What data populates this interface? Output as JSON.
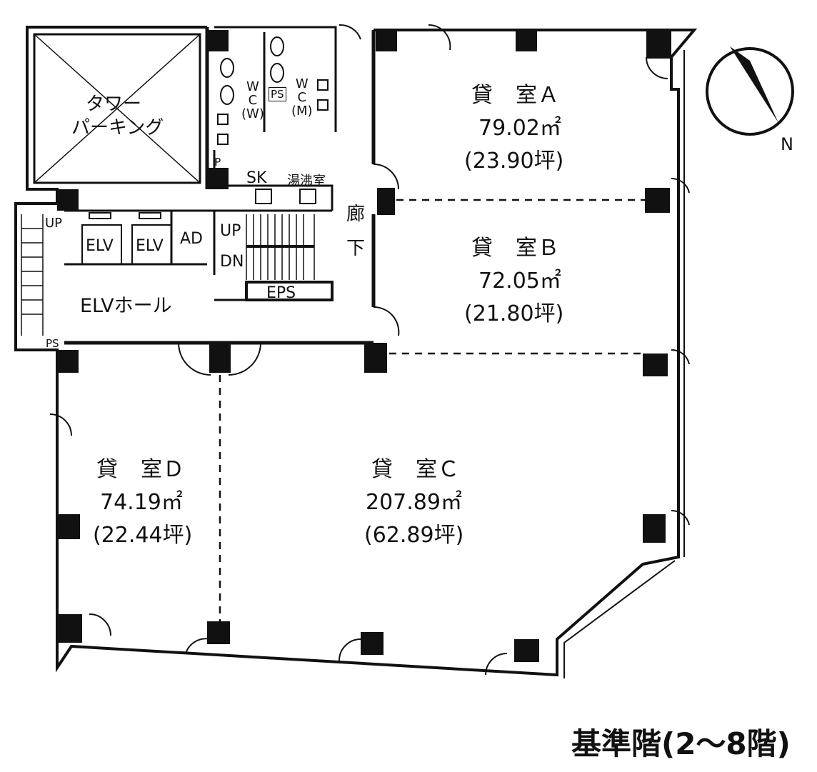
{
  "rooms": {
    "A": {
      "name": "貸　室Ａ",
      "area": "79.02㎡",
      "tsubo": "(23.90坪)"
    },
    "B": {
      "name": "貸　室Ｂ",
      "area": "72.05㎡",
      "tsubo": "(21.80坪)"
    },
    "C": {
      "name": "貸　室Ｃ",
      "area": "207.89㎡",
      "tsubo": "(62.89坪)"
    },
    "D": {
      "name": "貸　室Ｄ",
      "area": "74.19㎡",
      "tsubo": "(22.44坪)"
    }
  },
  "labels": {
    "tower_parking_1": "タワー",
    "tower_parking_2": "パーキング",
    "wc_w": "W\nC\n(W)",
    "wc_m": "W\nC\n(M)",
    "ps_top": "PS",
    "ps_left": "PS",
    "ps_vertical": "P\nS",
    "sk": "SK",
    "kitchenette": "湯沸室",
    "elv1": "ELV",
    "elv2": "ELV",
    "ad": "AD",
    "up_left": "UP",
    "up_stair": "UP",
    "dn_stair": "DN",
    "eps": "EPS",
    "elv_hall": "ELVホール",
    "corridor": "廊\n下",
    "north": "N"
  },
  "caption": "基準階(2〜8階)"
}
